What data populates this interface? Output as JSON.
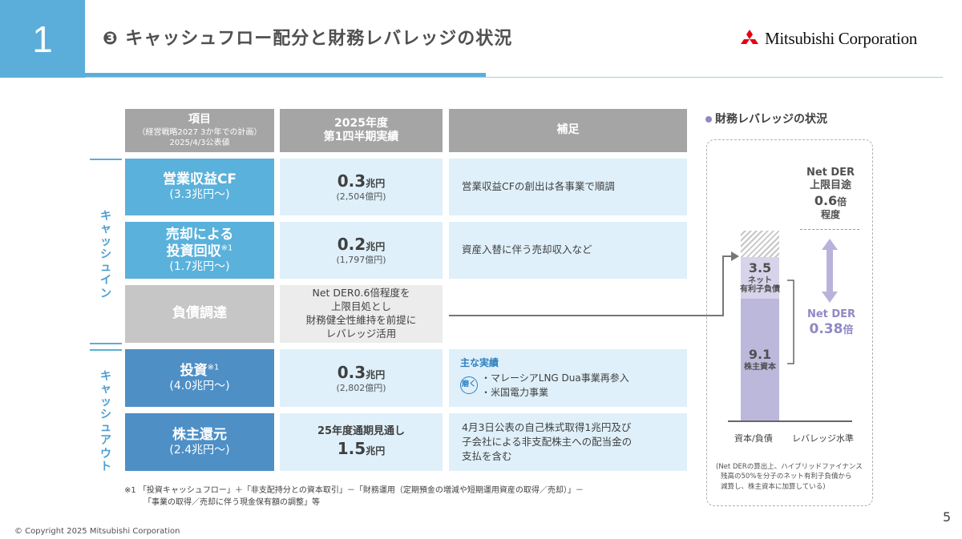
{
  "header": {
    "section_number": "1",
    "title": "❸ キャッシュフロー配分と財務レバレッジの状況",
    "logo_text": "Mitsubishi Corporation"
  },
  "table": {
    "headers": {
      "item": {
        "title": "項目",
        "sub1": "（経営戦略2027 3か年での計画）",
        "sub2": "2025/4/3公表値"
      },
      "result": {
        "line1": "2025年度",
        "line2": "第1四半期実績"
      },
      "note": "補足"
    },
    "side_labels": {
      "cash_in": "キャッシュイン",
      "cash_out": "キャッシュアウト"
    },
    "rows": [
      {
        "label": "営業収益CF",
        "plan": "(3.3兆円～)",
        "value": "0.3",
        "unit": "兆円",
        "detail": "(2,504億円)",
        "note": "営業収益CFの創出は各事業で順調"
      },
      {
        "label_line1": "売却による",
        "label_line2": "投資回収",
        "sup": "※1",
        "plan": "(1.7兆円～)",
        "value": "0.2",
        "unit": "兆円",
        "detail": "(1,797億円)",
        "note": "資産入替に伴う売却収入など"
      },
      {
        "label": "負債調達",
        "text_lines": [
          "Net DER0.6倍程度を",
          "上限目処とし",
          "財務健全性維持を前提に",
          "レバレッジ活用"
        ]
      },
      {
        "label": "投資",
        "sup": "※1",
        "plan": "(4.0兆円～)",
        "value": "0.3",
        "unit": "兆円",
        "detail": "(2,802億円)",
        "note_head": "主な実績",
        "note_badge": "磨く",
        "note_items": [
          "・マレーシアLNG Dua事業再参入",
          "・米国電力事業"
        ]
      },
      {
        "label": "株主還元",
        "plan": "(2.4兆円～)",
        "value_line1": "25年度通期見通し",
        "value": "1.5",
        "unit": "兆円",
        "note_lines": [
          "4月3日公表の自己株式取得1兆円及び",
          "子会社による非支配株主への配当金の",
          "支払を含む"
        ]
      }
    ]
  },
  "right_panel": {
    "title": "財務レバレッジの状況",
    "target_lines": [
      "Net DER",
      "上限目途",
      "0.6",
      "倍",
      "程度"
    ],
    "debt_value": "3.5",
    "debt_label_line1": "ネット",
    "debt_label_line2": "有利子負債",
    "equity_value": "9.1",
    "equity_label": "株主資本",
    "der_label": "Net DER",
    "der_value": "0.38",
    "der_unit": "倍",
    "xlabel_left": "資本/負債",
    "xlabel_right": "レバレッジ水準",
    "note_lines": [
      "(Net DERの算出上、ハイブリッドファイナンス",
      "残高の50%を分子のネット有利子負債から",
      "減算し、株主資本に加算している)"
    ]
  },
  "footnote": {
    "line1": "※1 「投資キャッシュフロー」＋「非支配持分との資本取引」－「財務運用（定期預金の増減や短期運用資産の取得／売却）」－",
    "line2": "「事業の取得／売却に伴う現金保有額の調整」等"
  },
  "copyright": "© Copyright 2025 Mitsubishi Corporation",
  "page_number": "5",
  "colors": {
    "accent": "#5aaed9",
    "cash_in": "#5ab1db",
    "cash_out": "#4e8fc6",
    "equity": "#bcb8dc",
    "debt": "#d6d3ea",
    "arrow": "#b9b3dc",
    "der_text": "#8f88c6"
  }
}
